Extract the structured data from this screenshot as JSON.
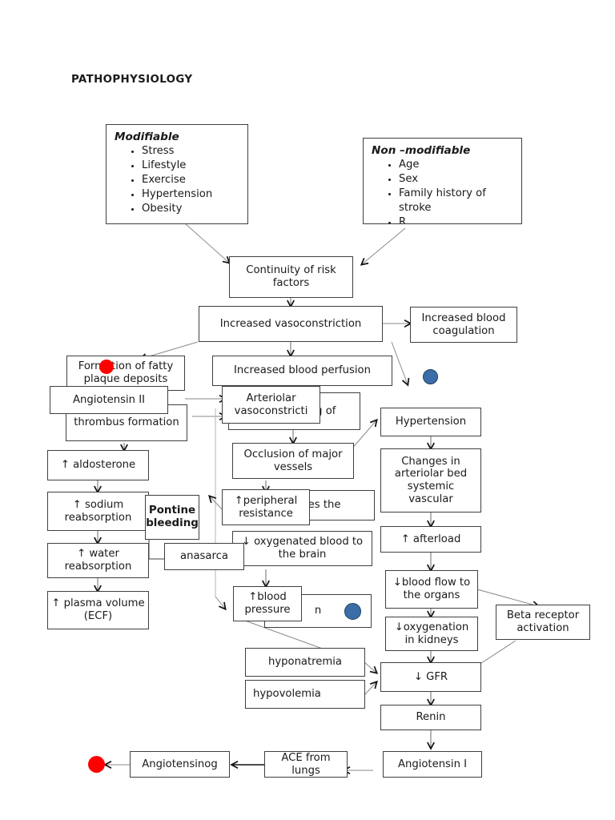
{
  "page": {
    "title": "PATHOPHYSIOLOGY"
  },
  "risk_factor_boxes": [
    {
      "heading": "Modifiable",
      "items": [
        "Stress",
        "Lifestyle",
        "Exercise",
        "Hypertension",
        "Obesity"
      ]
    },
    {
      "heading": "Non –modifiable",
      "items": [
        "Age",
        "Sex",
        "Family history of stroke",
        "R"
      ]
    }
  ],
  "nodes": {
    "continuity": "Continuity of risk factors",
    "increased_vasoconstriction": "Increased vasoconstriction",
    "increased_blood_coagulation": "Increased blood coagulation",
    "fatty_plaque": "Formation of fatty plaque deposits",
    "increased_blood_perfusion": "Increased blood perfusion",
    "angiotensin_ii": "Angiotensin II",
    "thrombus_formation": "thrombus formation",
    "arteriolar_vasoconstriction": "Arteriolar vasoconstricti",
    "narrowing_hidden": "nd narrowing of",
    "hypertension": "Hypertension",
    "aldosterone": "↑ aldosterone",
    "occlusion": "Occlusion of major vessels",
    "changes_arteriolar": "Changes in arteriolar bed systemic vascular",
    "sodium_reabsorption": "↑ sodium reabsorption",
    "pontine_bleeding": "Pontine bleeding",
    "peripheral_resistance": "↑peripheral resistance",
    "res_the_hidden": "res the",
    "afterload": "↑ afterload",
    "water_reabsorption": "↑ water reabsorption",
    "anasarca": "anasarca",
    "oxygenated_blood_brain": "↓ oxygenated blood to the brain",
    "blood_flow_organs": "↓blood flow to the organs",
    "plasma_volume": "↑ plasma volume (ECF)",
    "blood_pressure": "↑blood pressure",
    "n_hidden": "n",
    "oxygenation_kidneys": "↓oxygenation in kidneys",
    "beta_receptor": "Beta receptor activation",
    "hyponatremia": "hyponatremia",
    "hypovolemia": "hypovolemia",
    "gfr": "↓ GFR",
    "renin": "Renin",
    "angiotensinogen": "Angiotensinog",
    "ace_from_lungs": "ACE from lungs",
    "angiotensin_i": "Angiotensin I"
  },
  "markers": [
    {
      "name": "red-marker-plaque",
      "color": "#fe0000"
    },
    {
      "name": "blue-marker-hypertension",
      "color": "#3b6ea8"
    },
    {
      "name": "blue-marker-blood-pressure",
      "color": "#3b6ea8"
    },
    {
      "name": "red-marker-angiotensinogen",
      "color": "#fe0000"
    }
  ],
  "colors": {
    "box_border": "#3f3f3f",
    "connector": "#6b6b6b",
    "arrow_dark": "#111111",
    "red": "#fe0000",
    "blue": "#3b6ea8"
  }
}
